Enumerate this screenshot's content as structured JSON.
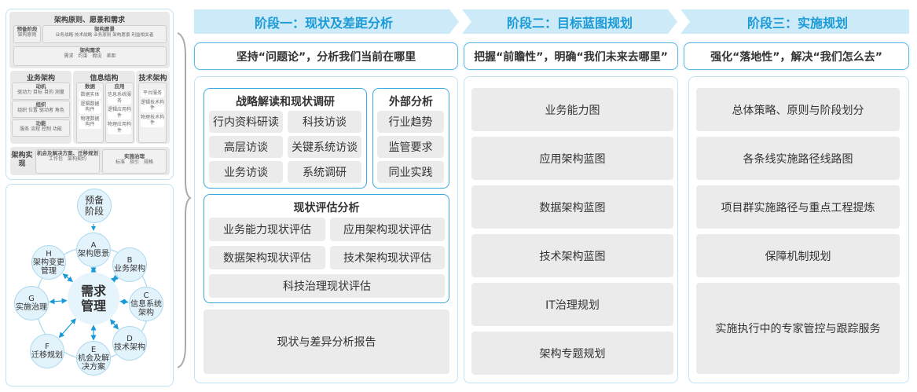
{
  "left_top": {
    "title": "架构原则、愿景和需求",
    "prelim": {
      "title": "预备阶段",
      "items": "架构原则"
    },
    "vision": {
      "title": "架构愿景",
      "items": "业务战略 技术战略 业务原则 架构愿景 利益相关者"
    },
    "req": {
      "title": "架构需求",
      "items": "需求　约束　假设　差距"
    },
    "business": {
      "title": "业务架构",
      "boxes": [
        {
          "title": "动机",
          "items": "驱动力 目标 目的 测量"
        },
        {
          "title": "组织",
          "items": "组织 位置 驱动者 角色"
        },
        {
          "title": "功能",
          "items": "服务 流程 控制 功能"
        }
      ]
    },
    "info": {
      "title": "信息结构",
      "data": {
        "title": "数据",
        "items": [
          "数据实体",
          "逻辑数据构件",
          "物理数据构件"
        ]
      },
      "app": {
        "title": "应用",
        "items": [
          "信息系统服务",
          "逻辑应用构件",
          "物理应用构件"
        ]
      }
    },
    "tech": {
      "title": "技术架构",
      "items": [
        "平台服务",
        "逻辑技术构件",
        "物理技术构件"
      ]
    },
    "impl": {
      "title": "架构实现",
      "box1": {
        "title": "机会及解决方案、迁移规划",
        "items": "工作包　架构契约"
      },
      "box2": {
        "title": "实施治理",
        "items": "标准　指引　规格"
      }
    }
  },
  "cycle": {
    "center": "需求管理",
    "prelim": "预备阶段",
    "nodes": [
      {
        "letter": "A",
        "label": "架构愿景"
      },
      {
        "letter": "B",
        "label": "业务架构"
      },
      {
        "letter": "C",
        "label": "信息系统架构"
      },
      {
        "letter": "D",
        "label": "技术架构"
      },
      {
        "letter": "E",
        "label": "机会及解决方案"
      },
      {
        "letter": "F",
        "label": "迁移规划"
      },
      {
        "letter": "G",
        "label": "实施治理"
      },
      {
        "letter": "H",
        "label": "架构变更管理"
      }
    ]
  },
  "phases": [
    {
      "title": "阶段一：现状及差距分析",
      "motto": "坚持“问题论”，分析我们当前在哪里",
      "strategy": {
        "title": "战略解读和现状调研",
        "items": [
          "行内资料研读",
          "科技访谈",
          "高层访谈",
          "关键系统访谈",
          "业务访谈",
          "系统调研"
        ]
      },
      "external": {
        "title": "外部分析",
        "items": [
          "行业趋势",
          "监管要求",
          "同业实践"
        ]
      },
      "assessment": {
        "title": "现状评估分析",
        "items": [
          "业务能力现状评估",
          "应用架构现状评估",
          "数据架构现状评估",
          "技术架构现状评估",
          "科技治理现状评估"
        ]
      },
      "report": "现状与差异分析报告"
    },
    {
      "title": "阶段二：目标蓝图规划",
      "motto": "把握“前瞻性”，明确“我们未来去哪里”",
      "items": [
        "业务能力图",
        "应用架构蓝图",
        "数据架构蓝图",
        "技术架构蓝图",
        "IT治理规划",
        "架构专题规划"
      ]
    },
    {
      "title": "阶段三：实施规划",
      "motto": "强化“落地性”，解决“我们怎么去”",
      "items": [
        "总体策略、原则与阶段划分",
        "各条线实施路径线路图",
        "项目群实施路径与重点工程提炼",
        "保障机制规划",
        "实施执行中的专家管控与跟踪服务"
      ]
    }
  ],
  "colors": {
    "accent": "#1a9ad6",
    "band": "#cdeaf8",
    "border": "#38a9dc",
    "item": "#ebebeb"
  }
}
